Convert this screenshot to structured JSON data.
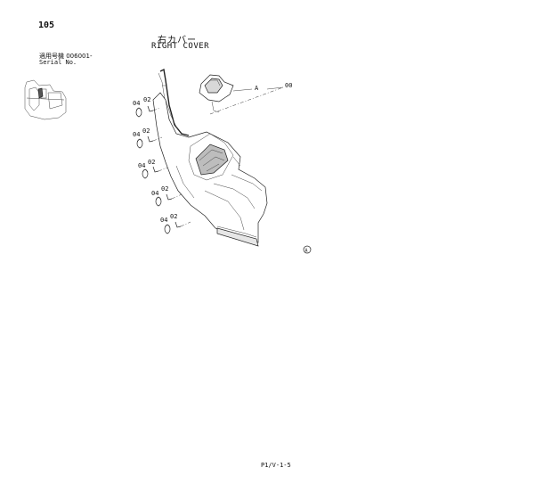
{
  "header": {
    "page_number": "105",
    "title_jp": "右カバー",
    "title_en": "RIGHT COVER",
    "serial_jp": "適用号機  006001-",
    "serial_en": "Serial No."
  },
  "callouts": {
    "main_part": "00",
    "view_a": "A",
    "bolt": "02",
    "washer": "04",
    "view_mark": "A"
  },
  "footer": {
    "page_code": "P1/V-1-5"
  }
}
